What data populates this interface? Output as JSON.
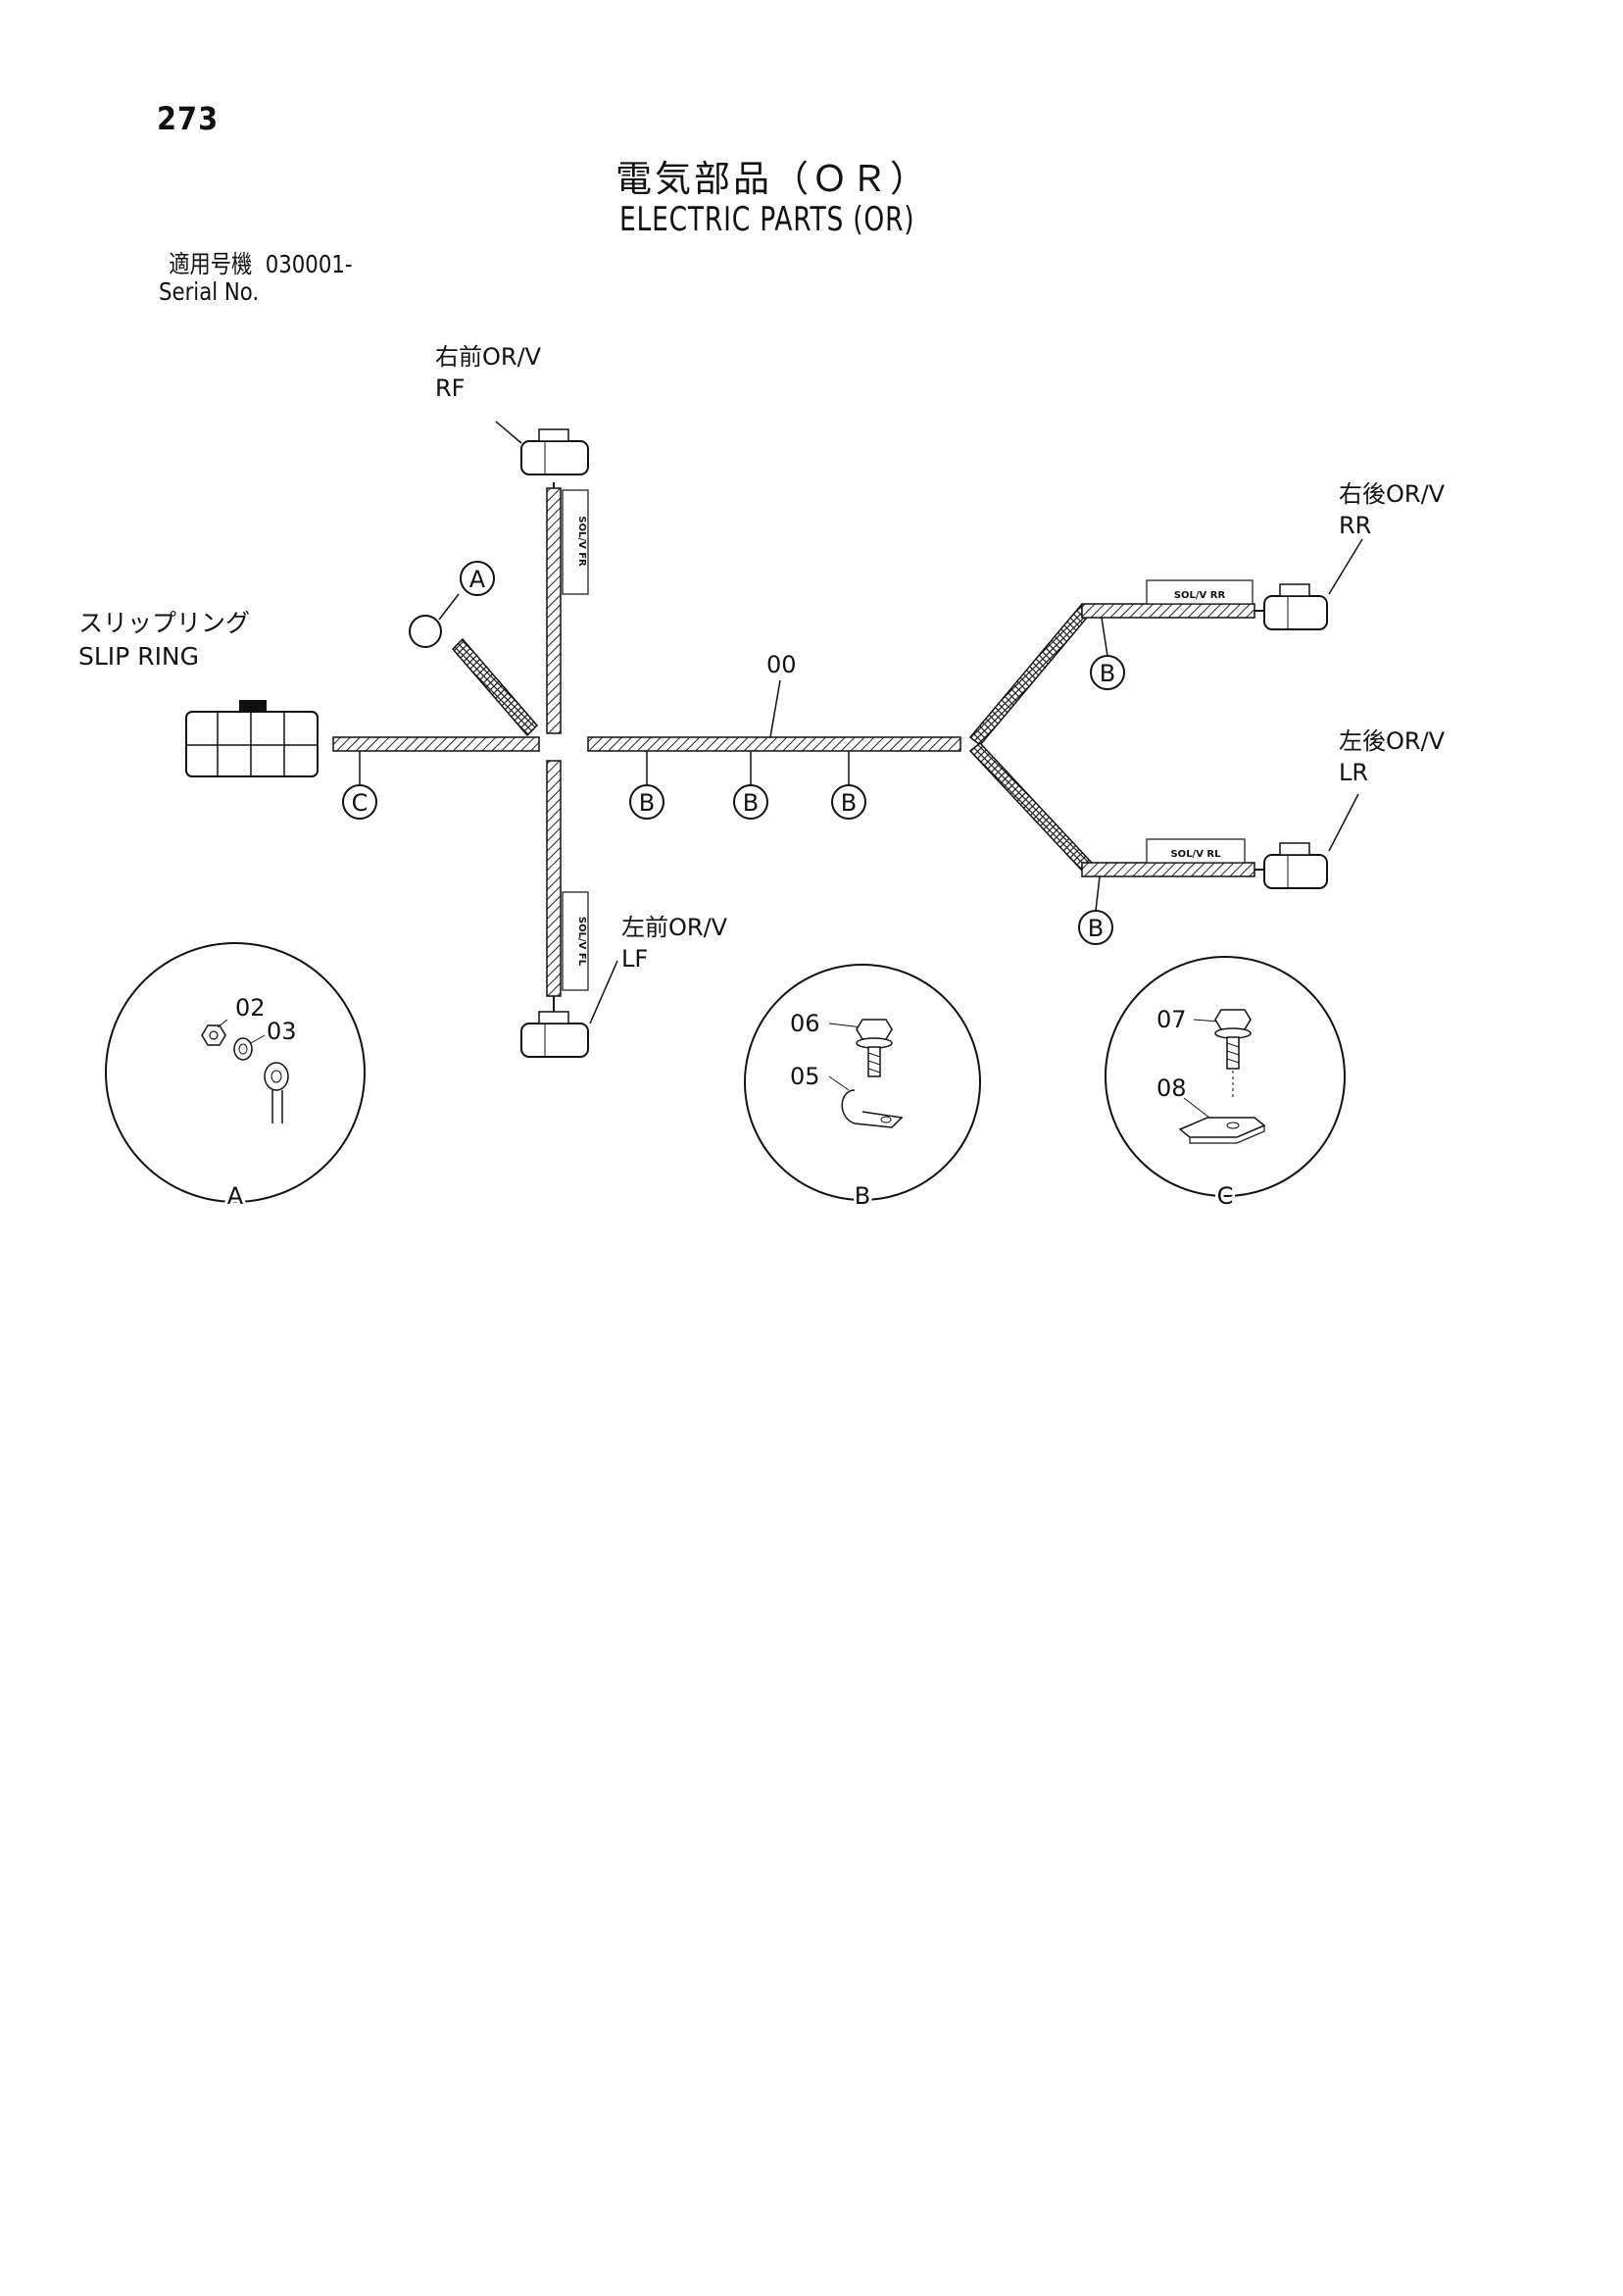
{
  "page_number": "273",
  "title_jp": "電気部品（ＯＲ）",
  "title_en": "ELECTRIC PARTS (OR)",
  "serial": {
    "label_jp": "適用号機",
    "value": "030001-",
    "label_en": "Serial No."
  },
  "labels": {
    "slip_ring_jp": "スリップリング",
    "slip_ring_en": "SLIP RING",
    "rf_jp": "右前OR/V",
    "rf_en": "RF",
    "lf_jp": "左前OR/V",
    "lf_en": "LF",
    "rr_jp": "右後OR/V",
    "rr_en": "RR",
    "lr_jp": "左後OR/V",
    "lr_en": "LR",
    "harness_part": "00",
    "tag_fr": "SOL/V FR",
    "tag_fl": "SOL/V FL",
    "tag_rr": "SOL/V RR",
    "tag_rl": "SOL/V RL"
  },
  "callouts": {
    "a": "A",
    "b": "B",
    "c": "C"
  },
  "details": {
    "a": {
      "letter": "A",
      "parts": [
        "02",
        "03"
      ]
    },
    "b": {
      "letter": "B",
      "parts": [
        "06",
        "05"
      ]
    },
    "c": {
      "letter": "C",
      "parts": [
        "07",
        "08"
      ]
    }
  }
}
